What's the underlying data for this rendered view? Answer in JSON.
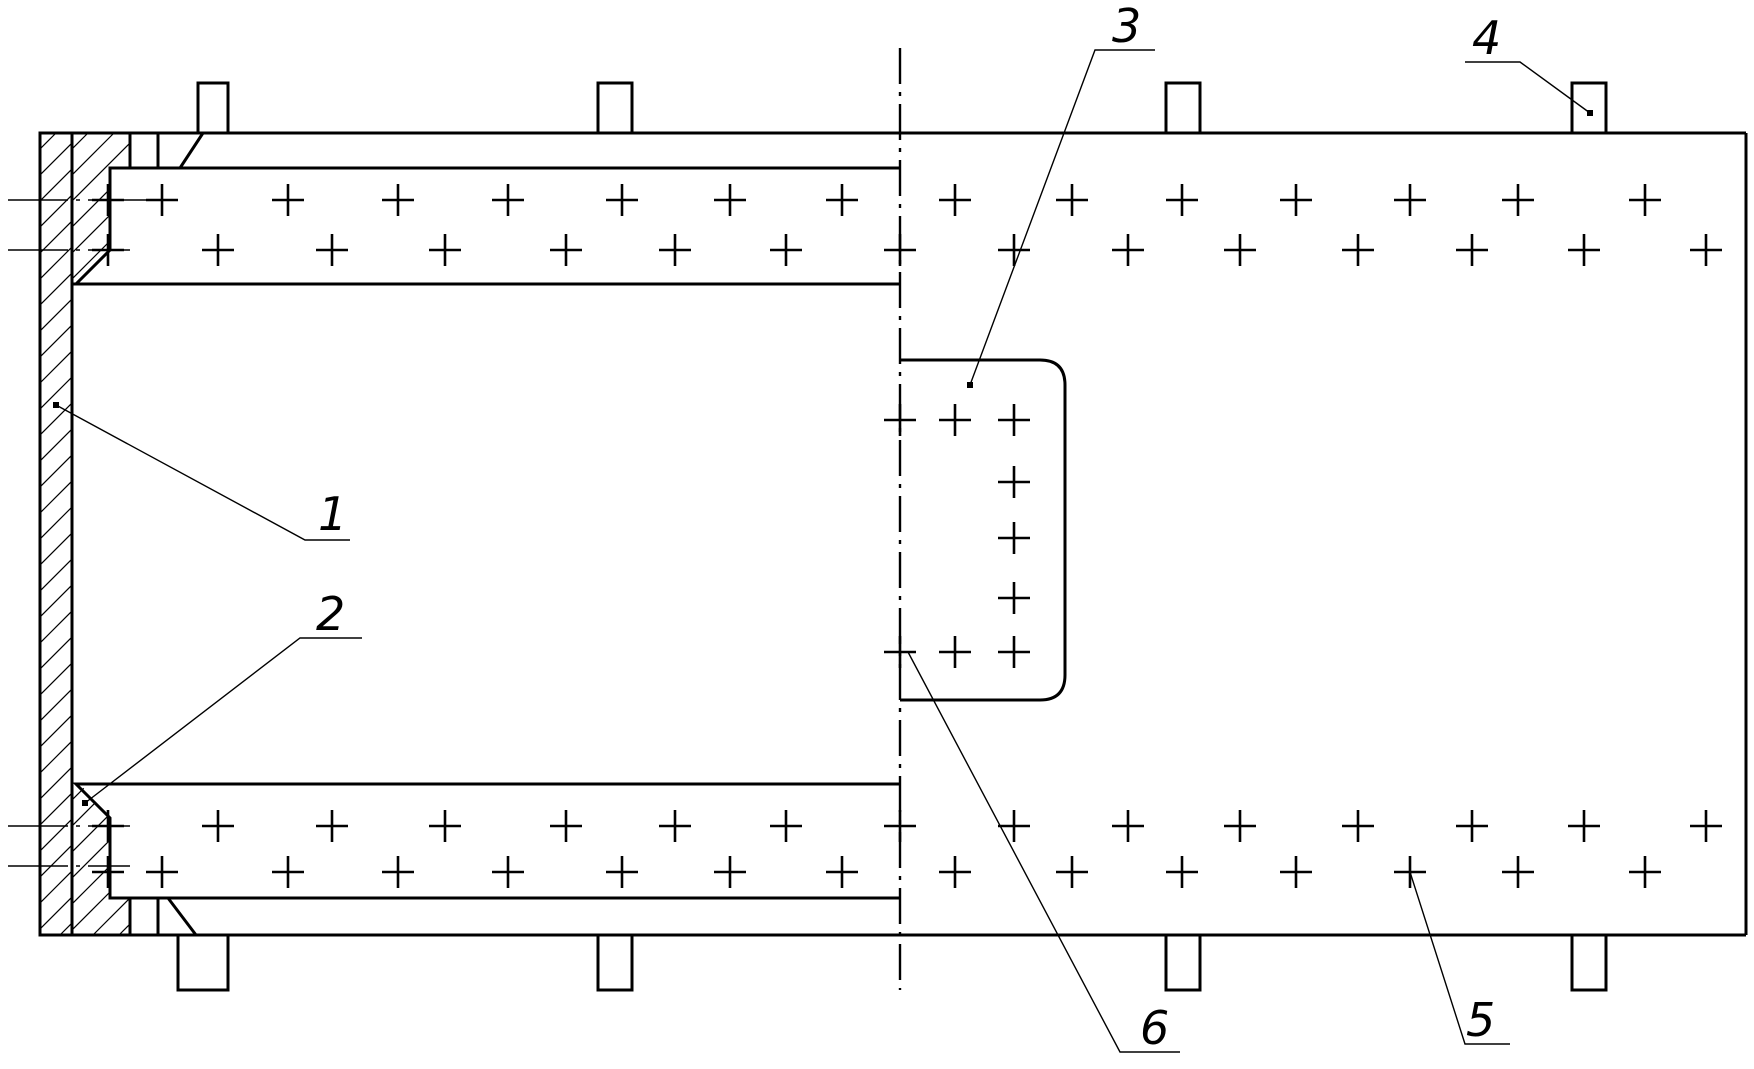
{
  "callouts": [
    {
      "id": "1",
      "label": "1"
    },
    {
      "id": "2",
      "label": "2"
    },
    {
      "id": "3",
      "label": "3"
    },
    {
      "id": "4",
      "label": "4"
    },
    {
      "id": "5",
      "label": "5"
    },
    {
      "id": "6",
      "label": "6"
    }
  ],
  "colors": {
    "line": "#000000",
    "background": "#ffffff"
  },
  "icons": [
    "plus-marker"
  ]
}
